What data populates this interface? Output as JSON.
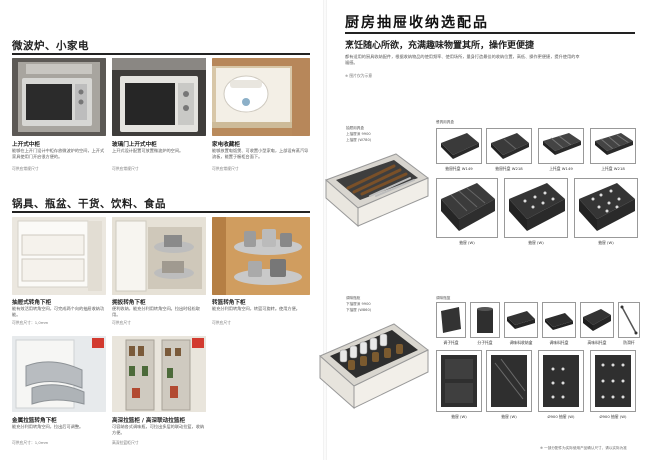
{
  "left_page": {
    "section1": {
      "title": "微波炉、小家电",
      "items": [
        {
          "title": "上开式中柜",
          "desc": "能够在上开门设计中柜存放微波炉的空间，上开式家具使用门开启很方便的。",
          "note": "可供应常规尺寸"
        },
        {
          "title": "玻璃门上开式中柜",
          "desc": "上开式设计配置可放置微波炉的空间。",
          "note": "可供应常规尺寸"
        },
        {
          "title": "家电收藏柜",
          "desc": "能够放置电饭煲、可收置小型家电，上部设有蒸汽导流板，能置于橱柜台面下。",
          "note": "可供应常规尺寸"
        }
      ]
    },
    "section2": {
      "title": "锅具、瓶盆、干货、饮料、食品",
      "items": [
        {
          "title": "抽屉式转角下柜",
          "desc": "能有效活用转角空间，可完成两个向的抽屉收纳功能。",
          "note": "可供应尺寸：1,0mm"
        },
        {
          "title": "拥扳转角下柜",
          "desc": "便利收纳，能充分利用转角空间。拉出时轻松取用。",
          "note": "可供应尺寸"
        },
        {
          "title": "转篮转角下柜",
          "desc": "能充分利用转角空间，转篮可旋转。使用方便。",
          "note": "可供应尺寸"
        },
        {
          "title": "金属拉篮转角下柜",
          "desc": "能充分利用转角空间，拉出后可调整。",
          "note": "可供应尺寸：1,0mm"
        },
        {
          "title": "高深拉篮柜 / 高深联动拉篮柜",
          "desc": "可容纳各式调味瓶，可拉出多层的联动拉篮，收纳方便。",
          "note": "高深拉篮柜尺寸"
        }
      ]
    }
  },
  "right_page": {
    "title": "厨房抽屉收纳选配品",
    "subtitle": "烹饪随心所欲，充满趣味物置其所，操作更便捷",
    "desc": "都有适用的厨具收纳配件，根据收纳物品的使用频率、使用场所，量身打造最佳的收纳位置，高低、操作更便捷，提升使用的幸福感。",
    "note": "※ 图片仅为示意",
    "group1": {
      "caption_lines": [
        "抽屉用具盒",
        "上抽屉深 9900",
        "上抽屉 (W780)"
      ],
      "spec_label": "餐具用具盒",
      "items": [
        {
          "label": "抽屉托盘 W149"
        },
        {
          "label": "抽屉托盘 W218"
        },
        {
          "label": "上托盘 W149"
        },
        {
          "label": "上托盘 W218"
        },
        {
          "label": "抽屉 (W)"
        },
        {
          "label": "抽屉 (W)"
        },
        {
          "label": "抽屉 (W)"
        }
      ]
    },
    "group2": {
      "caption_lines": [
        "调味瓶柜",
        "下抽屉深 9900",
        "下抽屉 (W860)"
      ],
      "spec_label": "调味瓶篮",
      "items": [
        {
          "label": "调子托盘"
        },
        {
          "label": "分子托盘"
        },
        {
          "label": "调味料收纳盒"
        },
        {
          "label": "调味料托盘"
        },
        {
          "label": "高味料托盘"
        },
        {
          "label": "防滑杆"
        },
        {
          "label": "抽屉 (W)"
        },
        {
          "label": "抽屉 (W)"
        },
        {
          "label": "Ø900 抽屉 (W)"
        },
        {
          "label": "Ø900 抽屉 (W)"
        }
      ]
    },
    "footnote": "※ 一部分配件为实际使用产品确认尺寸，请以实际为准"
  },
  "colors": {
    "text": "#222222",
    "rule": "#222222",
    "wood": "#c89a62",
    "cabinet_white": "#f4f1ea",
    "steel": "#9a9a9a",
    "dark_tray": "#3a3a3a"
  }
}
